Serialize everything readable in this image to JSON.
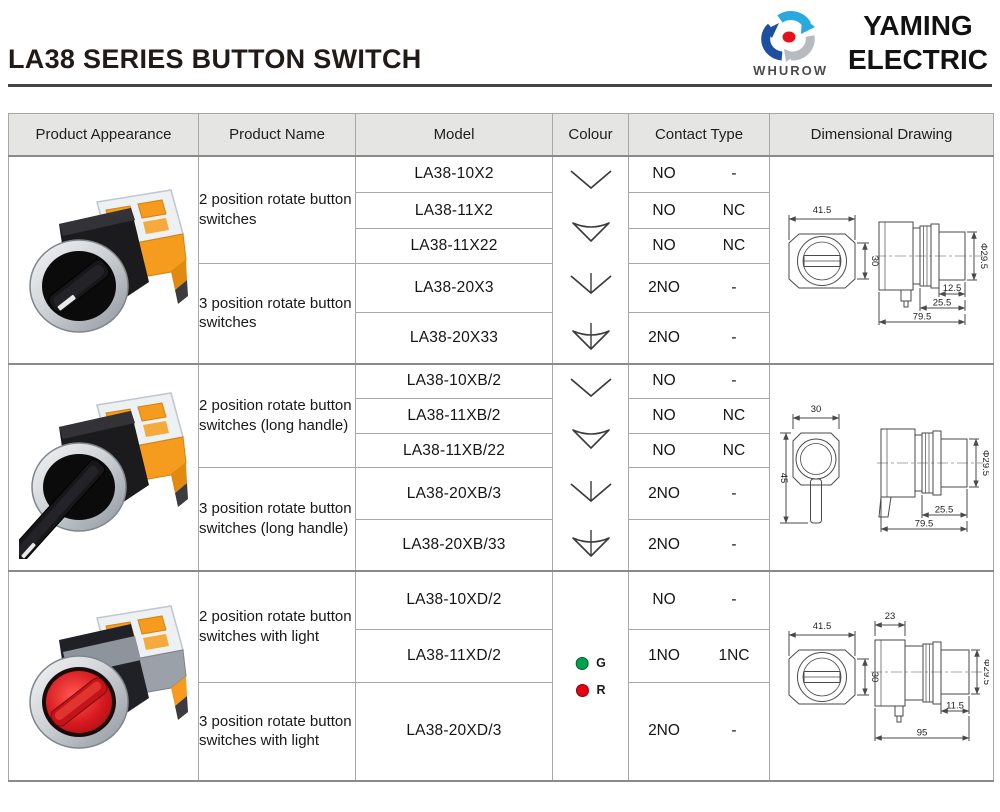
{
  "header": {
    "title": "LA38 SERIES BUTTON SWITCH",
    "brand": {
      "logo_text": "WHUROW",
      "name_line1": "YAMING",
      "name_line2": "ELECTRIC"
    }
  },
  "colors": {
    "header_row_bg": "#e5e5e3",
    "grid_border": "#a8a8a8",
    "section_border": "#8a8a8a",
    "indicator_green": "#00a14b",
    "indicator_red": "#e60012",
    "product_orange": "#f59b1e",
    "logo_dark_blue": "#1c4fa1",
    "logo_light_blue": "#2aa9e1",
    "logo_gray": "#b7bbc0",
    "logo_red": "#e8101b"
  },
  "table": {
    "columns": [
      "Product Appearance",
      "Product Name",
      "Model",
      "Colour",
      "Contact Type",
      "Dimensional Drawing"
    ],
    "sections": [
      {
        "appearance": "black 2/3 position rotary selector switch photo",
        "groups": [
          {
            "label": "2 position rotate button switches"
          },
          {
            "label": "3 position rotate button switches"
          }
        ],
        "rows": [
          {
            "model": "LA38-10X2",
            "contact": [
              "NO",
              "-"
            ]
          },
          {
            "model": "LA38-11X2",
            "contact": [
              "NO",
              "NC"
            ]
          },
          {
            "model": "LA38-11X22",
            "contact": [
              "NO",
              "NC"
            ]
          },
          {
            "model": "LA38-20X3",
            "contact": [
              "2NO",
              "-"
            ]
          },
          {
            "model": "LA38-20X33",
            "contact": [
              "2NO",
              "-"
            ]
          }
        ],
        "colour": {
          "symbols": [
            "2-position-turn",
            "2-position-fan",
            "3-position-turn",
            "3-position-fan"
          ]
        },
        "dims": {
          "front_w": "41.5",
          "front_h": "30",
          "dia": "Φ29.5",
          "d_small": "12.5",
          "d_mid": "25.5",
          "d_total": "79.5"
        }
      },
      {
        "appearance": "rotary selector switch with long handle photo",
        "groups": [
          {
            "label": "2 position rotate button switches (long handle)"
          },
          {
            "label": "3 position rotate button switches (long handle)"
          }
        ],
        "rows": [
          {
            "model": "LA38-10XB/2",
            "contact": [
              "NO",
              "-"
            ]
          },
          {
            "model": "LA38-11XB/2",
            "contact": [
              "NO",
              "NC"
            ]
          },
          {
            "model": "LA38-11XB/22",
            "contact": [
              "NO",
              "NC"
            ]
          },
          {
            "model": "LA38-20XB/3",
            "contact": [
              "2NO",
              "-"
            ]
          },
          {
            "model": "LA38-20XB/33",
            "contact": [
              "2NO",
              "-"
            ]
          }
        ],
        "colour": {
          "symbols": [
            "2-position-turn",
            "2-position-fan",
            "3-position-turn",
            "3-position-fan"
          ]
        },
        "dims": {
          "front_w": "30",
          "front_h": "45",
          "dia": "Φ29.5",
          "d_mid": "25.5",
          "d_total": "79.5"
        }
      },
      {
        "appearance": "illuminated red rotary selector switch photo",
        "groups": [
          {
            "label": "2 position rotate button switches with light"
          },
          {
            "label": "3 position rotate button switches with light"
          }
        ],
        "rows": [
          {
            "model": "LA38-10XD/2",
            "contact": [
              "NO",
              "-"
            ]
          },
          {
            "model": "LA38-11XD/2",
            "contact": [
              "1NO",
              "1NC"
            ]
          },
          {
            "model": "LA38-20XD/3",
            "contact": [
              "2NO",
              "-"
            ]
          }
        ],
        "colour": {
          "legend": [
            {
              "code": "G",
              "color": "#00a14b"
            },
            {
              "code": "R",
              "color": "#e60012"
            }
          ]
        },
        "dims": {
          "front_w": "41.5",
          "front_h": "30",
          "d_top": "23",
          "dia": "Φ29.5",
          "d_small": "11.5",
          "d_total": "95"
        }
      }
    ]
  }
}
